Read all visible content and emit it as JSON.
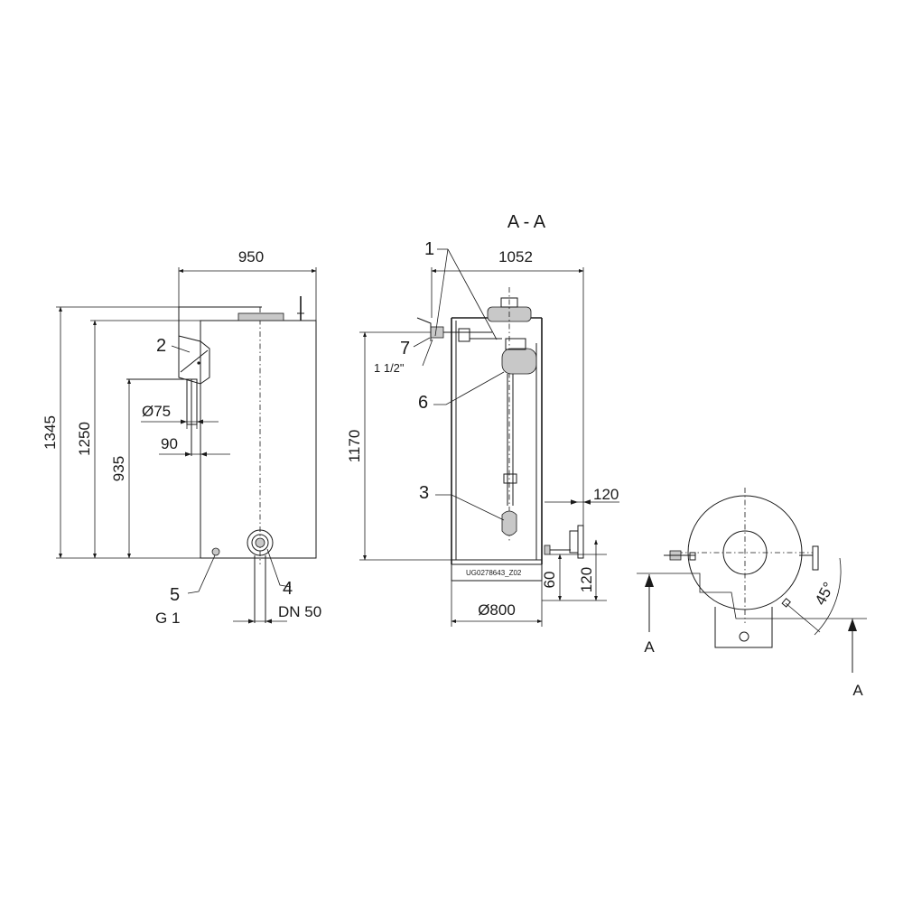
{
  "section_title": "A - A",
  "front_view": {
    "dim_width": "950",
    "dim_height_total": "1345",
    "dim_height_body": "1250",
    "dim_height_inlet": "935",
    "dim_inlet_diameter": "Ø75",
    "dim_inlet_offset": "90",
    "callout_2": "2",
    "callout_4": "4",
    "callout_4_spec": "DN 50",
    "callout_5": "5",
    "callout_5_spec": "G 1"
  },
  "section_view": {
    "dim_width": "1052",
    "dim_height": "1170",
    "dim_diameter": "Ø800",
    "dim_outlet_offset": "120",
    "dim_base_60": "60",
    "dim_base_120": "120",
    "callout_1": "1",
    "callout_3": "3",
    "callout_6": "6",
    "callout_7": "7",
    "callout_7_spec": "1 1/2\"",
    "plate_text": "UG0278643_Z02"
  },
  "plan_view": {
    "angle": "45°",
    "section_mark_left": "A",
    "section_mark_right": "A"
  }
}
